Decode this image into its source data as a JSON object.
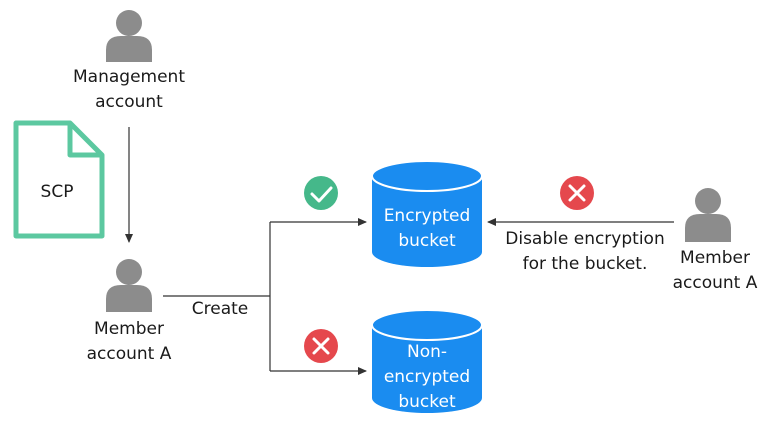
{
  "labels": {
    "management_account": [
      "Management",
      "account"
    ],
    "scp": "SCP",
    "member_account_left": [
      "Member",
      "account A"
    ],
    "create": "Create",
    "encrypted_bucket": [
      "Encrypted",
      "bucket"
    ],
    "non_encrypted_bucket": [
      "Non-",
      "encrypted",
      "bucket"
    ],
    "disable_encryption": [
      "Disable encryption",
      "for the bucket."
    ],
    "member_account_right": [
      "Member",
      "account A"
    ]
  },
  "colors": {
    "person": "#8c8c8c",
    "scp_doc": "#5cc8a0",
    "bucket": "#1a8cf0",
    "allow": "#45b88a",
    "deny": "#e5484d",
    "line": "#333333"
  },
  "icons": {
    "person": "user-icon",
    "document": "document-icon",
    "bucket": "database-icon",
    "allow": "check-icon",
    "deny": "cross-icon"
  }
}
